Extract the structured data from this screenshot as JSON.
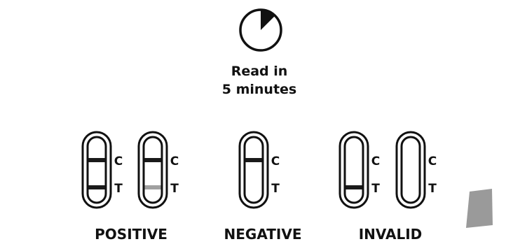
{
  "instruction": {
    "line1": "Read in",
    "line2": "5 minutes",
    "clock_icon": "clock-5-minutes-icon"
  },
  "strip_line_labels": {
    "control": "C",
    "test": "T"
  },
  "result_groups": [
    {
      "label": "POSITIVE",
      "strips": [
        {
          "control_line": "dark",
          "test_line": "dark"
        },
        {
          "control_line": "dark",
          "test_line": "faint"
        }
      ]
    },
    {
      "label": "NEGATIVE",
      "strips": [
        {
          "control_line": "dark",
          "test_line": "none"
        }
      ]
    },
    {
      "label": "INVALID",
      "strips": [
        {
          "control_line": "none",
          "test_line": "dark"
        },
        {
          "control_line": "none",
          "test_line": "none"
        }
      ]
    }
  ],
  "colors": {
    "outline": "#111111",
    "dark_line": "#1a1a1a",
    "faint_line": "#a0a0a0",
    "card_corner": "#9a9a9a"
  }
}
